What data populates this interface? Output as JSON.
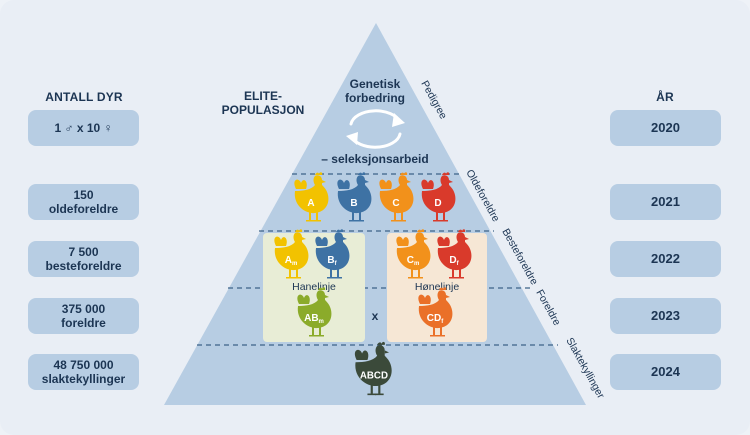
{
  "left_header": "ANTALL DYR",
  "right_header": "ÅR",
  "elite_label": [
    "ELITE-",
    "POPULASJON"
  ],
  "genetic": [
    "Genetisk",
    "forbedring"
  ],
  "selection": "– seleksjonsarbeid",
  "left_boxes": [
    {
      "text": "1 ♂ x 10 ♀"
    },
    {
      "text": "150\noldeforeldre"
    },
    {
      "text": "7 500\nbesteforeldre"
    },
    {
      "text": "375 000\nforeldre"
    },
    {
      "text": "48 750 000\nslaktekyllinger"
    }
  ],
  "years": [
    "2020",
    "2021",
    "2022",
    "2023",
    "2024"
  ],
  "side_labels": [
    "Pedigree",
    "Oldeforeldre",
    "Besteforeldre",
    "Foreldre",
    "Slaktekyllinger"
  ],
  "line_labels": {
    "hane": "Hanelinje",
    "hone": "Hønelinje",
    "cross": "x"
  },
  "chickens": {
    "row1": [
      {
        "main": "A",
        "sub": "",
        "color": "#f2c200"
      },
      {
        "main": "B",
        "sub": "",
        "color": "#3e72a4"
      },
      {
        "main": "C",
        "sub": "",
        "color": "#f2911b"
      },
      {
        "main": "D",
        "sub": "",
        "color": "#d93a2b"
      }
    ],
    "row2": [
      {
        "main": "A",
        "sub": "m",
        "color": "#f2c200"
      },
      {
        "main": "B",
        "sub": "f",
        "color": "#3e72a4"
      },
      {
        "main": "C",
        "sub": "m",
        "color": "#f2911b"
      },
      {
        "main": "D",
        "sub": "f",
        "color": "#d93a2b"
      }
    ],
    "row3": [
      {
        "main": "AB",
        "sub": "m",
        "color": "#8bab2a"
      },
      {
        "main": "CD",
        "sub": "f",
        "color": "#ea7028"
      }
    ],
    "row4": [
      {
        "main": "ABCD",
        "sub": "",
        "color": "#3b4a3a"
      }
    ]
  },
  "colors": {
    "pyramid": "#b7cde3",
    "box": "#b7cde3",
    "text": "#1c3553",
    "panel_hane": "#e8edd6",
    "panel_hone": "#f6e7d5",
    "dash": "#3d6388"
  }
}
